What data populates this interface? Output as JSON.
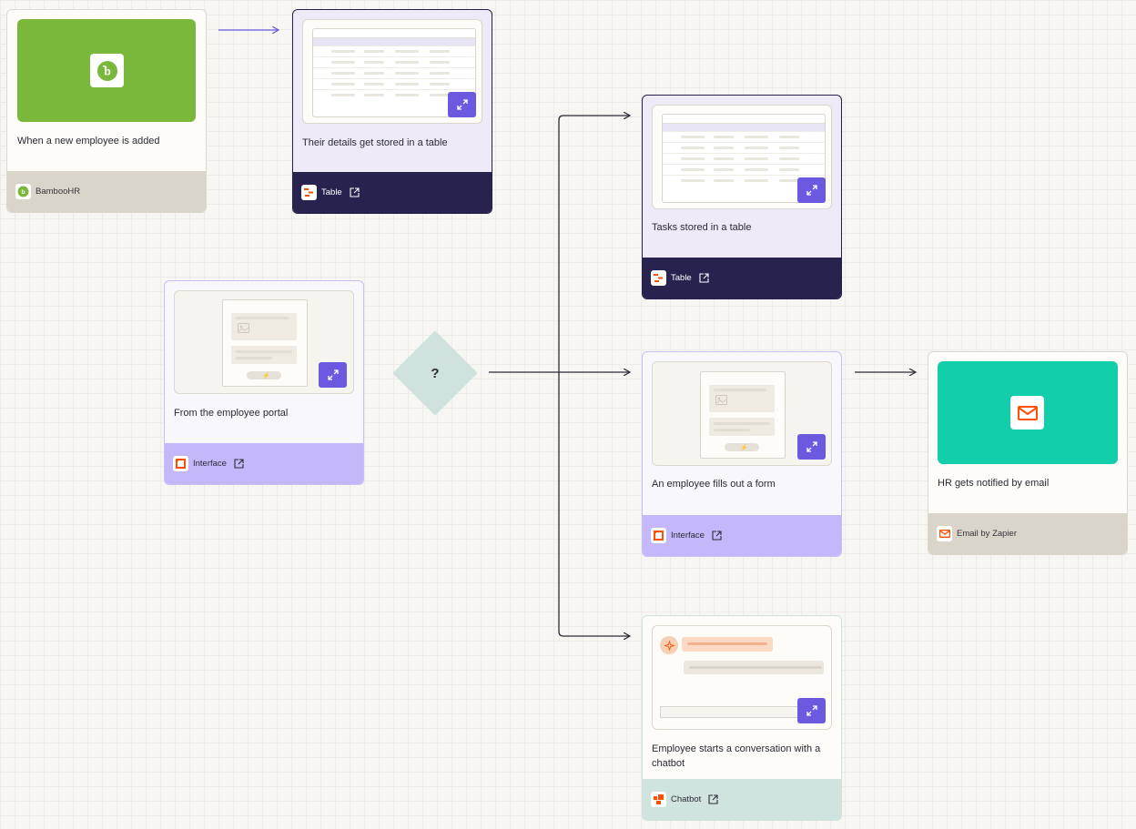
{
  "nodes": {
    "trigger": {
      "description": "When a new employee is added",
      "app": "BambooHR"
    },
    "store_details": {
      "description": "Their details get stored in a table",
      "app": "Table"
    },
    "portal": {
      "description": "From the employee portal",
      "app": "Interface"
    },
    "decision": {
      "label": "?"
    },
    "tasks_table": {
      "description": "Tasks stored in a table",
      "app": "Table"
    },
    "form": {
      "description": "An employee fills out a form",
      "app": "Interface"
    },
    "email": {
      "description": "HR gets notified by email",
      "app": "Email by Zapier"
    },
    "chatbot": {
      "description": "Employee starts a conversation with a chatbot",
      "app": "Chatbot"
    }
  },
  "colors": {
    "accent": "#6b59e0",
    "bamboo_green": "#7ab83b",
    "email_green": "#13ceaa",
    "zapier_orange": "#ff4f00",
    "dark_footer": "#28224f",
    "lavender_footer": "#c4b8fa",
    "beige_footer": "#d9d5ca",
    "mint": "#cfe2dd"
  },
  "icons": [
    "bamboohr-icon",
    "table-icon",
    "interface-icon",
    "chatbot-icon",
    "email-icon",
    "external-link-icon",
    "expand-icon"
  ]
}
